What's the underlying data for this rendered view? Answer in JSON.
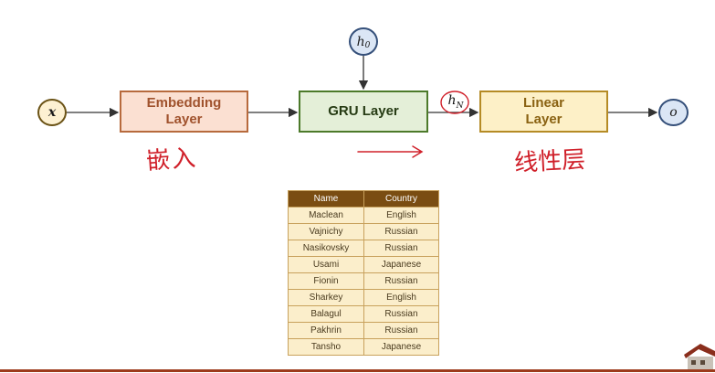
{
  "diagram": {
    "input_node": "x",
    "hidden_init_node": {
      "base": "h",
      "sub": "0"
    },
    "output_node": "o",
    "embedding_layer": "Embedding\nLayer",
    "gru_layer": "GRU Layer",
    "linear_layer": "Linear\nLayer",
    "hidden_final": {
      "base": "h",
      "sub": "N"
    }
  },
  "annotations": {
    "color": "#d0202a",
    "embedding_note": "嵌入",
    "linear_note": "线性层"
  },
  "table": {
    "headers": [
      "Name",
      "Country"
    ],
    "rows": [
      [
        "Maclean",
        "English"
      ],
      [
        "Vajnichy",
        "Russian"
      ],
      [
        "Nasikovsky",
        "Russian"
      ],
      [
        "Usami",
        "Japanese"
      ],
      [
        "Fionin",
        "Russian"
      ],
      [
        "Sharkey",
        "English"
      ],
      [
        "Balagul",
        "Russian"
      ],
      [
        "Pakhrin",
        "Russian"
      ],
      [
        "Tansho",
        "Japanese"
      ]
    ]
  }
}
